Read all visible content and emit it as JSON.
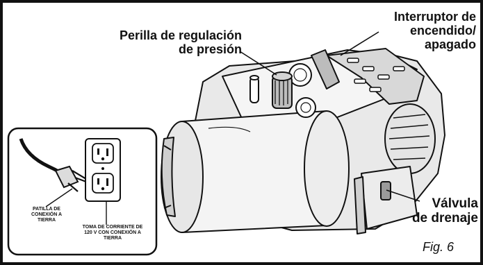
{
  "callouts": {
    "pressure_knob": [
      "Perilla de regulación",
      "de presión"
    ],
    "power_switch": [
      "Interruptor de",
      "encendido/",
      "apagado"
    ],
    "drain_valve": [
      "Válvula",
      "de drenaje"
    ]
  },
  "inset": {
    "prong_label": [
      "PATILLA DE",
      "CONEXIÓN A",
      "TIERRA"
    ],
    "outlet_label": [
      "TOMA DE CORRIENTE DE",
      "120 V CON CONEXIÓN A",
      "TIERRA"
    ]
  },
  "figure_label": "Fig. 6"
}
